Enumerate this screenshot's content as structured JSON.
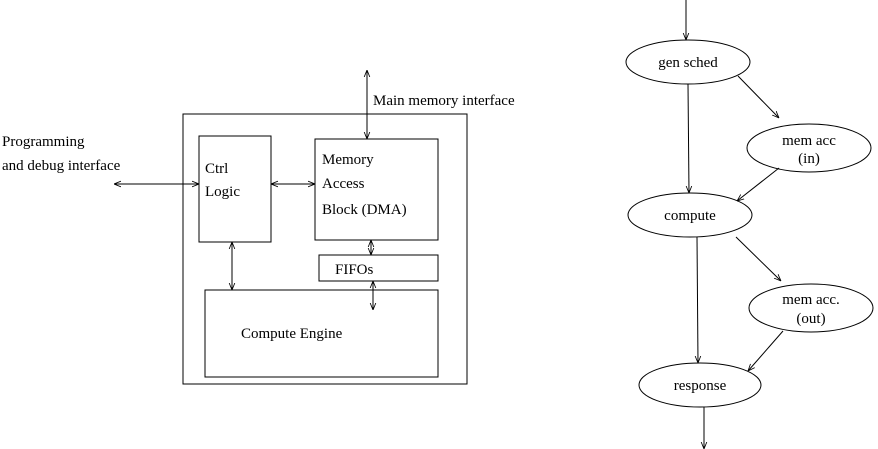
{
  "block_diagram": {
    "interfaces": {
      "programming_line1": "Programming",
      "programming_line2": "and debug interface",
      "main_memory": "Main memory interface"
    },
    "blocks": {
      "ctrl_logic_line1": "Ctrl",
      "ctrl_logic_line2": "Logic",
      "memory_access_line1": "Memory",
      "memory_access_line2": "Access",
      "memory_access_line3": "Block (DMA)",
      "fifos": "FIFOs",
      "compute_engine": "Compute Engine"
    }
  },
  "flow_diagram": {
    "gen_sched": "gen sched",
    "mem_acc_in_line1": "mem acc",
    "mem_acc_in_line2": "(in)",
    "compute": "compute",
    "mem_acc_out_line1": "mem acc.",
    "mem_acc_out_line2": "(out)",
    "response": "response"
  }
}
